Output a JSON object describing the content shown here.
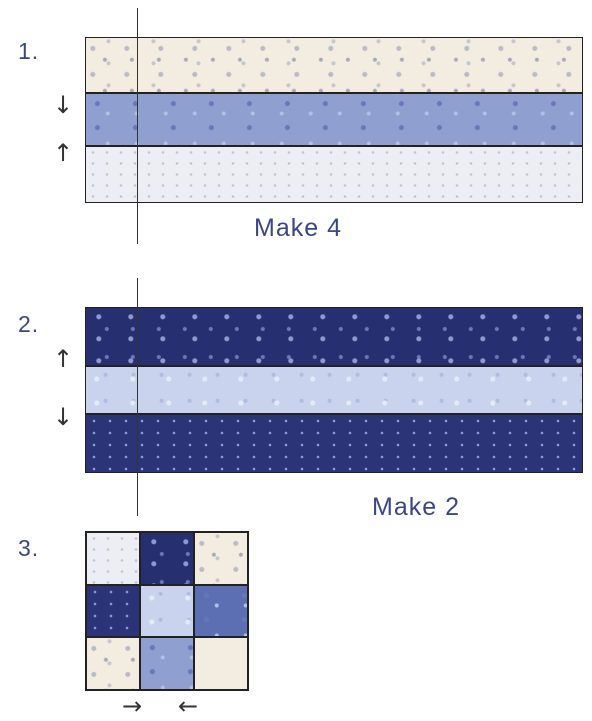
{
  "steps": [
    {
      "number": "1.",
      "make": "Make 4",
      "arrows": [
        "↓",
        "↑"
      ]
    },
    {
      "number": "2.",
      "make": "Make 2",
      "arrows": [
        "↑",
        "↓"
      ]
    },
    {
      "number": "3.",
      "arrows": [
        "→",
        "←"
      ]
    }
  ],
  "colors": {
    "label": "#3c4687",
    "cream": "#f2ede0",
    "periwinkle": "#8e9fd0",
    "white": "#eceef3",
    "navy": "#262f6f",
    "ice": "#c9d3ee"
  }
}
